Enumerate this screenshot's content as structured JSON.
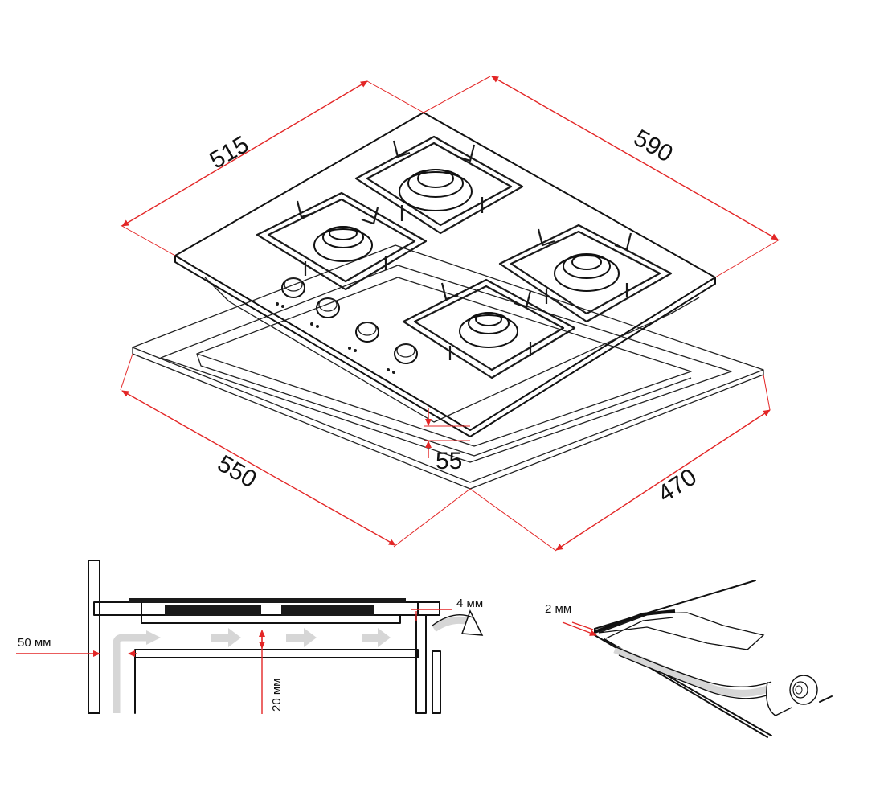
{
  "top_view": {
    "dims": {
      "width_top": "515",
      "depth_top": "590",
      "cutout_width": "550",
      "cutout_depth": "470",
      "height": "55"
    }
  },
  "section_view": {
    "labels": {
      "side_gap": "50 мм",
      "bottom_gap": "20 мм",
      "rear_gap": "4 мм"
    }
  },
  "seal_detail": {
    "labels": {
      "seal_thickness": "2 мм"
    }
  },
  "colors": {
    "dimension": "#e32626",
    "outline": "#111111",
    "airflow": "#d6d6d6"
  }
}
